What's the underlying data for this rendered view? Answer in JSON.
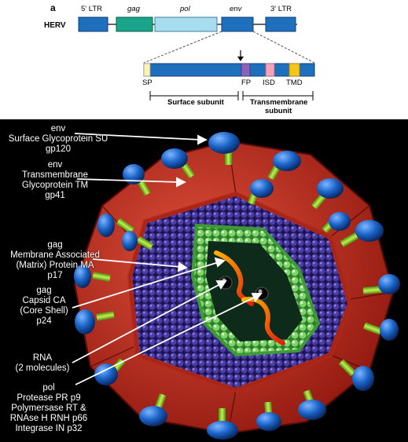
{
  "genome": {
    "panel_letter": "a",
    "herv_label": "HERV",
    "ltr5": "5' LTR",
    "gag": "gag",
    "pol": "pol",
    "env": "env",
    "ltr3": "3' LTR"
  },
  "env_detail": {
    "sp": "SP",
    "fp": "FP",
    "isd": "ISD",
    "tmd": "TMD",
    "surface_subunit": "Surface subunit",
    "transmembrane_subunit_line1": "Transmembrane",
    "transmembrane_subunit_line2": "subunit"
  },
  "virion_labels": {
    "env_su": [
      "env",
      "Surface Glycoprotein SU",
      "gp120"
    ],
    "env_tm": [
      "env",
      "Transmembrane",
      "Glycoprotein TM",
      "gp41"
    ],
    "gag_ma": [
      "gag",
      "Membrane Associated",
      "(Matrix) Protein MA",
      "p17"
    ],
    "gag_ca": [
      "gag",
      "Capsid CA",
      "(Core Shell)",
      "p24"
    ],
    "rna": [
      "RNA",
      "(2 molecules)"
    ],
    "pol": [
      "pol",
      "Protease PR p9",
      "Polymersase RT &",
      "RNAse H RNH p66",
      "Integrase IN p32"
    ]
  },
  "colors": {
    "genome_blue": "#1f6fbf",
    "gag_teal": "#1aa58a",
    "pol_lightblue": "#a8dcef",
    "sp_yellow": "#fff4b0",
    "fp_purple": "#8a63b8",
    "isd_pink": "#f2a5b8",
    "tmd_yellow": "#f5c518",
    "envelope_red": "#c0281c",
    "matrix_purple": "#3d2f8c",
    "capsid_green": "#7ed46a",
    "spike_blue": "#1a64c8",
    "stem_green": "#9ed43a"
  }
}
